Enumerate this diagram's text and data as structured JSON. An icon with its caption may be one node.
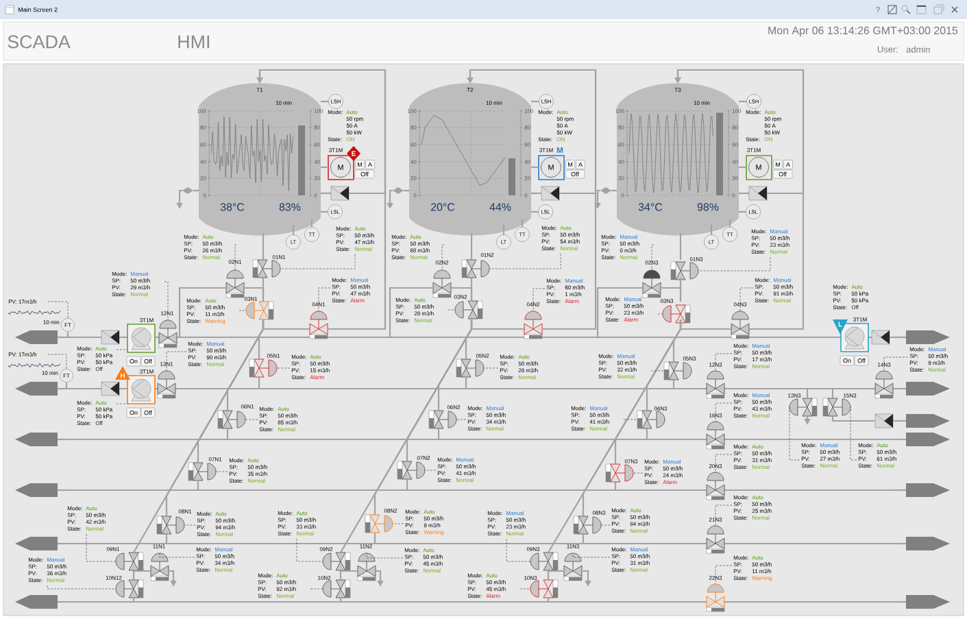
{
  "diagram": {
    "nodes": [
      {
        "text": [
          "T1",
          "10 min",
          "38°C",
          "83%"
        ]
      },
      {
        "text": [
          "T2",
          "10 min",
          "20°C",
          "44%"
        ]
      },
      {
        "text": [
          "T3",
          "10 min",
          "34°C",
          "98%"
        ]
      },
      {
        "text": [
          "LSH"
        ]
      },
      {
        "text": [
          "LSL"
        ]
      },
      {
        "text": [
          "LT"
        ]
      },
      {
        "text": [
          "TT"
        ]
      },
      {
        "text": [
          "LSH"
        ]
      },
      {
        "text": [
          "LSL"
        ]
      },
      {
        "text": [
          "LT"
        ]
      },
      {
        "text": [
          "TT"
        ]
      },
      {
        "text": [
          "LSH"
        ]
      },
      {
        "text": [
          "LSL"
        ]
      },
      {
        "text": [
          "LT"
        ]
      },
      {
        "text": [
          "TT"
        ]
      },
      {
        "text": [
          "3T1M",
          "M"
        ],
        "beside": [
          "Mode:",
          "Auto",
          "50 rpm",
          "50 A",
          "50 kW",
          "State:",
          "ON",
          "M",
          "A",
          "Off",
          "E"
        ]
      },
      {
        "text": [
          "3T1M",
          "M"
        ],
        "beside": [
          "Mode:",
          "Auto",
          "50 rpm",
          "50 A",
          "50 kW",
          "State:",
          "ON",
          "M",
          "A",
          "Off",
          "M"
        ]
      },
      {
        "text": [
          "3T1M",
          "M"
        ],
        "beside": [
          "Mode:",
          "Auto",
          "50 rpm",
          "50 A",
          "50 kW",
          "State:",
          "ON",
          "M",
          "A",
          "Off"
        ]
      },
      {
        "text": [
          "FT"
        ],
        "beside": [
          "10 min"
        ]
      },
      {
        "text": [
          "FT"
        ],
        "beside": [
          "10 min"
        ]
      },
      {
        "text": [
          "3T1M"
        ],
        "beside": [
          "On",
          "Off"
        ]
      },
      {
        "text": [
          "3T1M"
        ],
        "beside": [
          "On",
          "Off",
          "H"
        ]
      },
      {
        "text": [
          "3T1M"
        ],
        "beside": [
          "Mode:",
          "Auto",
          "SP:",
          "50 kPa",
          "PV:",
          "50 kPa",
          "State:",
          "Off",
          "On",
          "Off",
          "L"
        ]
      },
      {
        "text": [
          "01N1"
        ]
      },
      {
        "text": [
          "02N1"
        ]
      },
      {
        "text": [
          "03N1"
        ]
      },
      {
        "text": [
          "04N1"
        ]
      },
      {
        "text": [
          "05N1"
        ]
      },
      {
        "text": [
          "06N1"
        ]
      },
      {
        "text": [
          "07N1"
        ]
      },
      {
        "text": [
          "08N1"
        ]
      },
      {
        "text": [
          "09N1"
        ]
      },
      {
        "text": [
          "10N12"
        ]
      },
      {
        "text": [
          "11N1"
        ]
      },
      {
        "text": [
          "12N1"
        ]
      },
      {
        "text": [
          "13N1"
        ]
      },
      {
        "text": [
          "01N2"
        ]
      },
      {
        "text": [
          "02N2"
        ]
      },
      {
        "text": [
          "03N2"
        ]
      },
      {
        "text": [
          "04N2"
        ]
      },
      {
        "text": [
          "05N2"
        ]
      },
      {
        "text": [
          "06N2"
        ]
      },
      {
        "text": [
          "07N2"
        ]
      },
      {
        "text": [
          "08N2"
        ]
      },
      {
        "text": [
          "09N2"
        ]
      },
      {
        "text": [
          "10N2"
        ]
      },
      {
        "text": [
          "11N2"
        ]
      },
      {
        "text": [
          "01N3"
        ]
      },
      {
        "text": [
          "02N3"
        ]
      },
      {
        "text": [
          "03N3"
        ]
      },
      {
        "text": [
          "04N3"
        ]
      },
      {
        "text": [
          "05N3"
        ]
      },
      {
        "text": [
          "06N3"
        ]
      },
      {
        "text": [
          "07N3"
        ]
      },
      {
        "text": [
          "08N3"
        ]
      },
      {
        "text": [
          "09N3"
        ]
      },
      {
        "text": [
          "10N3"
        ]
      },
      {
        "text": [
          "11N3"
        ]
      },
      {
        "text": [
          "12N3"
        ]
      },
      {
        "text": [
          "13N3"
        ]
      },
      {
        "text": [
          "14N3"
        ]
      },
      {
        "text": [
          "15N3"
        ]
      },
      {
        "text": [
          "16N3"
        ]
      },
      {
        "text": [
          "20N3"
        ]
      },
      {
        "text": [
          "21N3"
        ]
      },
      {
        "text": [
          "22N3"
        ]
      },
      {
        "text": [],
        "shape": "arrow"
      },
      {
        "text": [],
        "shape": "arrow"
      },
      {
        "text": [],
        "shape": "arrow"
      },
      {
        "text": [],
        "shape": "arrow"
      },
      {
        "text": [],
        "shape": "arrow"
      },
      {
        "text": [],
        "shape": "arrow"
      },
      {
        "text": [],
        "shape": "arrow"
      },
      {
        "text": [],
        "shape": "arrow"
      },
      {
        "text": [],
        "shape": "arrow"
      },
      {
        "text": [],
        "shape": "arrow"
      },
      {
        "text": [],
        "shape": "arrow"
      },
      {
        "text": [],
        "shape": "arrow"
      },
      {
        "text": [],
        "shape": "arrow"
      },
      {
        "text": [],
        "shape": "valve"
      },
      {
        "text": [],
        "shape": "valve"
      },
      {
        "text": [],
        "shape": "valve"
      },
      {
        "text": [],
        "shape": "valve"
      },
      {
        "text": [],
        "shape": "valve"
      },
      {
        "text": [],
        "shape": "valve"
      },
      {
        "text": [],
        "shape": "valve"
      },
      {
        "text": [],
        "shape": "diamond"
      },
      {
        "text": [],
        "shape": "diamond"
      },
      {
        "text": [],
        "shape": "diamond"
      },
      {
        "text": [],
        "shape": "bar"
      },
      {
        "text": [],
        "shape": "bar"
      },
      {
        "text": [],
        "shape": "bar"
      },
      {
        "text": [],
        "shape": "bar"
      },
      {
        "text": [],
        "shape": "bar"
      },
      {
        "text": [],
        "shape": "bar"
      },
      {
        "text": [
          "Mode:",
          "Auto",
          "SP:",
          "50 m3/h",
          "PV:",
          "47 m3/h",
          "State:",
          "Normal"
        ]
      },
      {
        "text": [
          "Mode:",
          "Auto",
          "SP:",
          "50 m3/h",
          "PV:",
          "26 m3/h",
          "State:",
          "Normal"
        ]
      },
      {
        "text": [
          "Mode:",
          "Auto",
          "SP:",
          "50 m3/h",
          "PV:",
          "11 m3/h",
          "State:",
          "Warning"
        ]
      },
      {
        "text": [
          "Mode:",
          "Manual",
          "SP:",
          "50 m3/h",
          "PV:",
          "47 m3/h",
          "State:",
          "Alarm"
        ]
      },
      {
        "text": [
          "Mode:",
          "Auto",
          "SP:",
          "50 m3/h",
          "PV:",
          "15 m3/h",
          "State:",
          "Alarm"
        ]
      },
      {
        "text": [
          "Mode:",
          "Auto",
          "SP:",
          "50 m3/h",
          "PV:",
          "85 m3/h",
          "State:",
          "Normal"
        ]
      },
      {
        "text": [
          "Mode:",
          "Auto",
          "SP:",
          "50 m3/h",
          "PV:",
          "35 m3/h",
          "State:",
          "Normal"
        ]
      },
      {
        "text": [
          "Mode:",
          "Auto",
          "SP:",
          "50 m3/h",
          "PV:",
          "94 m3/h",
          "State:",
          "Normal"
        ]
      },
      {
        "text": [
          "Mode:",
          "Auto",
          "SP:",
          "50 m3/h",
          "PV:",
          "42 m3/h",
          "State:",
          "Normal"
        ]
      },
      {
        "text": [
          "Mode:",
          "Manual",
          "SP:",
          "50 m3/h",
          "PV:",
          "36 m3/h",
          "State:",
          "Normal"
        ]
      },
      {
        "text": [
          "Mode:",
          "Manual",
          "SP:",
          "50 m3/h",
          "PV:",
          "34 m3/h",
          "State:",
          "Normal"
        ]
      },
      {
        "text": [
          "Mode:",
          "Manual",
          "SP:",
          "50 m3/h",
          "PV:",
          "29 m3/h",
          "State:",
          "Normal"
        ]
      },
      {
        "text": [
          "Mode:",
          "Manual",
          "SP:",
          "50 m3/h",
          "PV:",
          "90 m3/h",
          "State:",
          "Normal"
        ]
      },
      {
        "text": [
          "Mode:",
          "Auto",
          "SP:",
          "50 m3/h",
          "PV:",
          "54 m3/h",
          "State:",
          "Normal"
        ]
      },
      {
        "text": [
          "Mode:",
          "Auto",
          "SP:",
          "50 m3/h",
          "PV:",
          "88 m3/h",
          "State:",
          "Normal"
        ]
      },
      {
        "text": [
          "Mode:",
          "Auto",
          "SP:",
          "50 m3/h",
          "PV:",
          "28 m3/h",
          "State:",
          "Normal"
        ]
      },
      {
        "text": [
          "Mode:",
          "Manual",
          "SP:",
          "60 m3/h",
          "PV:",
          "1 m3/h",
          "State:",
          "Alarm"
        ]
      },
      {
        "text": [
          "Mode:",
          "Auto",
          "SP:",
          "50 m3/h",
          "PV:",
          "28 m3/h",
          "State:",
          "Normal"
        ]
      },
      {
        "text": [
          "Mode:",
          "Manual",
          "SP:",
          "50 m3/h",
          "PV:",
          "34 m3/h",
          "State:",
          "Normal"
        ]
      },
      {
        "text": [
          "Mode:",
          "Manual",
          "SP:",
          "50 m3/h",
          "PV:",
          "41 m3/h",
          "State:",
          "Normal"
        ]
      },
      {
        "text": [
          "Mode:",
          "Auto",
          "SP:",
          "50 m3/h",
          "PV:",
          "9 m3/h",
          "State:",
          "Warning"
        ]
      },
      {
        "text": [
          "Mode:",
          "Auto",
          "SP:",
          "50 m3/h",
          "PV:",
          "33 m3/h",
          "State:",
          "Normal"
        ]
      },
      {
        "text": [
          "Mode:",
          "Auto",
          "SP:",
          "50 m3/h",
          "PV:",
          "92 m3/h",
          "State:",
          "Normal"
        ]
      },
      {
        "text": [
          "Mode:",
          "Auto",
          "SP:",
          "50 m3/h",
          "PV:",
          "45 m3/h",
          "State:",
          "Normal"
        ]
      },
      {
        "text": [
          "Mode:",
          "Manual",
          "SP:",
          "50 m3/h",
          "PV:",
          "23 m3/h",
          "State:",
          "Normal"
        ]
      },
      {
        "text": [
          "Mode:",
          "Manual",
          "SP:",
          "50 m3/h",
          "PV:",
          "0 m3/h",
          "State:",
          "Normal"
        ]
      },
      {
        "text": [
          "Mode:",
          "Manual",
          "SP:",
          "50 m3/h",
          "PV:",
          "23 m3/h",
          "State:",
          "Alarm"
        ]
      },
      {
        "text": [
          "Mode:",
          "Manual",
          "SP:",
          "50 m3/h",
          "PV:",
          "91 m3/h",
          "State:",
          "Normal"
        ]
      },
      {
        "text": [
          "Mode:",
          "Manual",
          "SP:",
          "50 m3/h",
          "PV:",
          "32 m3/h",
          "State:",
          "Normal"
        ]
      },
      {
        "text": [
          "Mode:",
          "Manual",
          "SP:",
          "50 m3/h",
          "PV:",
          "41 m3/h",
          "State:",
          "Normal"
        ]
      },
      {
        "text": [
          "Mode:",
          "Manual",
          "SP:",
          "50 m3/h",
          "PV:",
          "24 m3/h",
          "State:",
          "Alarm"
        ]
      },
      {
        "text": [
          "Mode:",
          "Auto",
          "SP:",
          "50 m3/h",
          "PV:",
          "84 m3/h",
          "State:",
          "Normal"
        ]
      },
      {
        "text": [
          "Mode:",
          "Manual",
          "SP:",
          "50 m3/h",
          "PV:",
          "23 m3/h",
          "State:",
          "Normal"
        ]
      },
      {
        "text": [
          "Mode:",
          "Auto",
          "SP:",
          "50 m3/h",
          "PV:",
          "45 m3/h",
          "State:",
          "Alarm"
        ]
      },
      {
        "text": [
          "Mode:",
          "Manual",
          "SP:",
          "50 m3/h",
          "PV:",
          "31 m3/h",
          "State:",
          "Normal"
        ]
      },
      {
        "text": [
          "Mode:",
          "Manual",
          "SP:",
          "50 m3/h",
          "PV:",
          "17 m3/h",
          "State:",
          "Normal"
        ]
      },
      {
        "text": [
          "Mode:",
          "Manual",
          "SP:",
          "50 m3/h",
          "PV:",
          "27 m3/h",
          "State:",
          "Normal"
        ]
      },
      {
        "text": [
          "Mode:",
          "Manual",
          "SP:",
          "50 m3/h",
          "PV:",
          "9 m3/h",
          "State:",
          "Normal"
        ]
      },
      {
        "text": [
          "Mode:",
          "Auto",
          "SP:",
          "50 m3/h",
          "PV:",
          "61 m3/h",
          "State:",
          "Normal"
        ]
      },
      {
        "text": [
          "Mode:",
          "Manual",
          "SP:",
          "50 m3/h",
          "PV:",
          "43 m3/h",
          "State:",
          "Normal"
        ]
      },
      {
        "text": [
          "Mode:",
          "Auto",
          "SP:",
          "50 m3/h",
          "PV:",
          "31 m3/h",
          "State:",
          "Normal"
        ]
      },
      {
        "text": [
          "Mode:",
          "Auto",
          "SP:",
          "50 m3/h",
          "PV:",
          "25 m3/h",
          "State:",
          "Normal"
        ]
      },
      {
        "text": [
          "Mode:",
          "Auto",
          "SP:",
          "50 m3/h",
          "PV:",
          "11 m3/h",
          "State:",
          "Warning"
        ]
      },
      {
        "text": [
          "Mode:",
          "Auto",
          "SP:",
          "50 kPa",
          "PV:",
          "50 kPa",
          "State:",
          "Off"
        ]
      },
      {
        "text": [
          "Mode:",
          "Auto",
          "SP:",
          "50 kPa",
          "PV:",
          "50 kPa",
          "State:",
          "Off"
        ]
      },
      {
        "text": [
          "PV: 17m3/h"
        ]
      },
      {
        "text": [
          "PV: 17m3/h"
        ]
      }
    ],
    "edges": [
      {
        "from": 0,
        "to": 23,
        "arrow": "none"
      },
      {
        "from": 23,
        "to": 25,
        "arrow": "none"
      },
      {
        "from": 24,
        "to": 25,
        "arrow": "none"
      },
      {
        "from": 24,
        "to": 89,
        "arrow": "none"
      },
      {
        "from": 25,
        "to": 26,
        "arrow": "none"
      },
      {
        "from": 26,
        "to": 0,
        "arrow": "to"
      },
      {
        "from": 79,
        "to": 0,
        "arrow": "to"
      },
      {
        "from": 0,
        "to": 79,
        "arrow": "none"
      },
      {
        "from": 0,
        "to": 86,
        "arrow": "none"
      },
      {
        "from": 86,
        "to": null,
        "arrow": "to"
      },
      {
        "from": 3,
        "to": 0,
        "arrow": "none"
      },
      {
        "from": 4,
        "to": 0,
        "arrow": "none"
      },
      {
        "from": 5,
        "to": 0,
        "arrow": "none"
      },
      {
        "from": 6,
        "to": 0,
        "arrow": "none"
      },
      {
        "from": 15,
        "to": 0,
        "arrow": "none"
      },
      {
        "from": 25,
        "to": 27,
        "arrow": "none"
      },
      {
        "from": 27,
        "to": 90,
        "arrow": "none"
      },
      {
        "from": 25,
        "to": 28,
        "arrow": "none"
      },
      {
        "from": 28,
        "to": 91,
        "arrow": "none"
      },
      {
        "from": 25,
        "to": 29,
        "arrow": "none"
      },
      {
        "from": 29,
        "to": 92,
        "arrow": "none"
      },
      {
        "from": 25,
        "to": 30,
        "arrow": "none"
      },
      {
        "from": 30,
        "to": 93,
        "arrow": "none"
      },
      {
        "from": 25,
        "to": 31,
        "arrow": "none"
      },
      {
        "from": 31,
        "to": 32,
        "arrow": "none"
      },
      {
        "from": 32,
        "to": 94,
        "arrow": "none"
      },
      {
        "from": 31,
        "to": 33,
        "arrow": "none"
      },
      {
        "from": 33,
        "to": null,
        "arrow": "to"
      },
      {
        "from": 1,
        "to": 36,
        "arrow": "none"
      },
      {
        "from": 36,
        "to": 38,
        "arrow": "none"
      },
      {
        "from": 37,
        "to": 38,
        "arrow": "none"
      },
      {
        "from": 37,
        "to": 89,
        "arrow": "none"
      },
      {
        "from": 38,
        "to": 39,
        "arrow": "none"
      },
      {
        "from": 39,
        "to": 1,
        "arrow": "to"
      },
      {
        "from": 80,
        "to": 1,
        "arrow": "to"
      },
      {
        "from": 1,
        "to": 80,
        "arrow": "none"
      },
      {
        "from": 1,
        "to": 87,
        "arrow": "none"
      },
      {
        "from": 87,
        "to": null,
        "arrow": "to"
      },
      {
        "from": 7,
        "to": 1,
        "arrow": "none"
      },
      {
        "from": 8,
        "to": 1,
        "arrow": "none"
      },
      {
        "from": 9,
        "to": 1,
        "arrow": "none"
      },
      {
        "from": 10,
        "to": 1,
        "arrow": "none"
      },
      {
        "from": 16,
        "to": 1,
        "arrow": "none"
      },
      {
        "from": 38,
        "to": 40,
        "arrow": "none"
      },
      {
        "from": 40,
        "to": 90,
        "arrow": "none"
      },
      {
        "from": 38,
        "to": 41,
        "arrow": "none"
      },
      {
        "from": 41,
        "to": 91,
        "arrow": "none"
      },
      {
        "from": 38,
        "to": 42,
        "arrow": "none"
      },
      {
        "from": 42,
        "to": 92,
        "arrow": "none"
      },
      {
        "from": 38,
        "to": 43,
        "arrow": "none"
      },
      {
        "from": 43,
        "to": 93,
        "arrow": "none"
      },
      {
        "from": 38,
        "to": 44,
        "arrow": "none"
      },
      {
        "from": 44,
        "to": 45,
        "arrow": "none"
      },
      {
        "from": 45,
        "to": 94,
        "arrow": "none"
      },
      {
        "from": 44,
        "to": 46,
        "arrow": "none"
      },
      {
        "from": 46,
        "to": null,
        "arrow": "to"
      },
      {
        "from": 2,
        "to": 47,
        "arrow": "none"
      },
      {
        "from": 47,
        "to": 49,
        "arrow": "none"
      },
      {
        "from": 48,
        "to": 49,
        "arrow": "none"
      },
      {
        "from": 48,
        "to": 89,
        "arrow": "none"
      },
      {
        "from": 49,
        "to": 50,
        "arrow": "none"
      },
      {
        "from": 50,
        "to": 2,
        "arrow": "to"
      },
      {
        "from": 81,
        "to": 2,
        "arrow": "to"
      },
      {
        "from": 2,
        "to": 81,
        "arrow": "none"
      },
      {
        "from": 2,
        "to": 88,
        "arrow": "none"
      },
      {
        "from": 88,
        "to": null,
        "arrow": "to"
      },
      {
        "from": 11,
        "to": 2,
        "arrow": "none"
      },
      {
        "from": 12,
        "to": 2,
        "arrow": "none"
      },
      {
        "from": 13,
        "to": 2,
        "arrow": "none"
      },
      {
        "from": 14,
        "to": 2,
        "arrow": "none"
      },
      {
        "from": 17,
        "to": 2,
        "arrow": "none"
      },
      {
        "from": 49,
        "to": 51,
        "arrow": "none"
      },
      {
        "from": 51,
        "to": 90,
        "arrow": "none"
      },
      {
        "from": 49,
        "to": 52,
        "arrow": "none"
      },
      {
        "from": 52,
        "to": 91,
        "arrow": "none"
      },
      {
        "from": 49,
        "to": 53,
        "arrow": "none"
      },
      {
        "from": 53,
        "to": 92,
        "arrow": "none"
      },
      {
        "from": 49,
        "to": 54,
        "arrow": "none"
      },
      {
        "from": 54,
        "to": 93,
        "arrow": "none"
      },
      {
        "from": 49,
        "to": 55,
        "arrow": "none"
      },
      {
        "from": 55,
        "to": 56,
        "arrow": "none"
      },
      {
        "from": 56,
        "to": 94,
        "arrow": "none"
      },
      {
        "from": 55,
        "to": 57,
        "arrow": "none"
      },
      {
        "from": 57,
        "to": null,
        "arrow": "to"
      },
      {
        "from": 18,
        "to": 89,
        "arrow": "none"
      },
      {
        "from": 19,
        "to": 90,
        "arrow": "none"
      },
      {
        "from": 90,
        "to": 59,
        "arrow": "none"
      },
      {
        "from": 90,
        "to": 61,
        "arrow": "none"
      },
      {
        "from": 59,
        "to": null,
        "arrow": "to"
      },
      {
        "from": 61,
        "to": 85,
        "arrow": "none"
      },
      {
        "from": 85,
        "to": 74,
        "arrow": "none"
      },
      {
        "from": 95,
        "to": 23,
        "arrow": "none",
        "style": "dashed",
        "color": "#333333"
      },
      {
        "from": 96,
        "to": 24,
        "arrow": "none",
        "style": "dashed",
        "color": "#333333"
      },
      {
        "from": 97,
        "to": 25,
        "arrow": "none",
        "style": "dashed",
        "color": "#333333"
      },
      {
        "from": 98,
        "to": 26,
        "arrow": "none",
        "style": "dashed",
        "color": "#333333"
      },
      {
        "from": 99,
        "to": 27,
        "arrow": "none",
        "style": "dashed",
        "color": "#333333"
      },
      {
        "from": 100,
        "to": 28,
        "arrow": "none",
        "style": "dashed",
        "color": "#333333"
      },
      {
        "from": 101,
        "to": 29,
        "arrow": "none",
        "style": "dashed",
        "color": "#333333"
      },
      {
        "from": 102,
        "to": 30,
        "arrow": "none",
        "style": "dashed",
        "color": "#333333"
      },
      {
        "from": 103,
        "to": 31,
        "arrow": "none",
        "style": "dashed",
        "color": "#333333"
      },
      {
        "from": 104,
        "to": 32,
        "arrow": "none",
        "style": "dashed",
        "color": "#333333"
      },
      {
        "from": 105,
        "to": 33,
        "arrow": "none",
        "style": "dashed",
        "color": "#333333"
      },
      {
        "from": 106,
        "to": 34,
        "arrow": "none",
        "style": "dashed",
        "color": "#333333"
      },
      {
        "from": 107,
        "to": 35,
        "arrow": "none",
        "style": "dashed",
        "color": "#333333"
      },
      {
        "from": 108,
        "to": 36,
        "arrow": "none",
        "style": "dashed",
        "color": "#333333"
      },
      {
        "from": 109,
        "to": 37,
        "arrow": "none",
        "style": "dashed",
        "color": "#333333"
      },
      {
        "from": 110,
        "to": 38,
        "arrow": "none",
        "style": "dashed",
        "color": "#333333"
      },
      {
        "from": 111,
        "to": 39,
        "arrow": "none",
        "style": "dashed",
        "color": "#333333"
      },
      {
        "from": 112,
        "to": 40,
        "arrow": "none",
        "style": "dashed",
        "color": "#333333"
      },
      {
        "from": 113,
        "to": 41,
        "arrow": "none",
        "style": "dashed",
        "color": "#333333"
      },
      {
        "from": 114,
        "to": 42,
        "arrow": "none",
        "style": "dashed",
        "color": "#333333"
      },
      {
        "from": 115,
        "to": 43,
        "arrow": "none",
        "style": "dashed",
        "color": "#333333"
      },
      {
        "from": 116,
        "to": 44,
        "arrow": "none",
        "style": "dashed",
        "color": "#333333"
      },
      {
        "from": 117,
        "to": 45,
        "arrow": "none",
        "style": "dashed",
        "color": "#333333"
      },
      {
        "from": 118,
        "to": 46,
        "arrow": "none",
        "style": "dashed",
        "color": "#333333"
      },
      {
        "from": 119,
        "to": 47,
        "arrow": "none",
        "style": "dashed",
        "color": "#333333"
      },
      {
        "from": 120,
        "to": 48,
        "arrow": "none",
        "style": "dashed",
        "color": "#333333"
      },
      {
        "from": 121,
        "to": 49,
        "arrow": "none",
        "style": "dashed",
        "color": "#333333"
      },
      {
        "from": 122,
        "to": 50,
        "arrow": "none",
        "style": "dashed",
        "color": "#333333"
      },
      {
        "from": 123,
        "to": 51,
        "arrow": "none",
        "style": "dashed",
        "color": "#333333"
      },
      {
        "from": 124,
        "to": 52,
        "arrow": "none",
        "style": "dashed",
        "color": "#333333"
      },
      {
        "from": 125,
        "to": 53,
        "arrow": "none",
        "style": "dashed",
        "color": "#333333"
      },
      {
        "from": 126,
        "to": 54,
        "arrow": "none",
        "style": "dashed",
        "color": "#333333"
      },
      {
        "from": 127,
        "to": 55,
        "arrow": "none",
        "style": "dashed",
        "color": "#333333"
      },
      {
        "from": 128,
        "to": 56,
        "arrow": "none",
        "style": "dashed",
        "color": "#333333"
      },
      {
        "from": 129,
        "to": 57,
        "arrow": "none",
        "style": "dashed",
        "color": "#333333"
      },
      {
        "from": 130,
        "to": 58,
        "arrow": "none",
        "style": "dashed",
        "color": "#333333"
      },
      {
        "from": 131,
        "to": 59,
        "arrow": "none",
        "style": "dashed",
        "color": "#333333"
      },
      {
        "from": 132,
        "to": 60,
        "arrow": "none",
        "style": "dashed",
        "color": "#333333"
      },
      {
        "from": 133,
        "to": 61,
        "arrow": "none",
        "style": "dashed",
        "color": "#333333"
      },
      {
        "from": 134,
        "to": 62,
        "arrow": "none",
        "style": "dashed",
        "color": "#333333"
      },
      {
        "from": 135,
        "to": 63,
        "arrow": "none",
        "style": "dashed",
        "color": "#333333"
      },
      {
        "from": 136,
        "to": 64,
        "arrow": "none",
        "style": "dashed",
        "color": "#333333"
      },
      {
        "from": 137,
        "to": 65,
        "arrow": "none",
        "style": "dashed",
        "color": "#333333"
      },
      {
        "from": 138,
        "to": 20,
        "arrow": "none",
        "style": "dashed",
        "color": "#333333"
      },
      {
        "from": 139,
        "to": 21,
        "arrow": "none",
        "style": "dashed",
        "color": "#333333"
      },
      {
        "from": 140,
        "to": 18,
        "arrow": "none",
        "style": "dashed",
        "color": "#333333"
      },
      {
        "from": 141,
        "to": 19,
        "arrow": "none",
        "style": "dashed",
        "color": "#333333"
      },
      {
        "from": 89,
        "to": 66,
        "arrow": "none"
      },
      {
        "from": 90,
        "to": 67,
        "arrow": "none"
      },
      {
        "from": 91,
        "to": 68,
        "arrow": "none"
      },
      {
        "from": 92,
        "to": 69,
        "arrow": "none"
      },
      {
        "from": 93,
        "to": 70,
        "arrow": "none"
      },
      {
        "from": 94,
        "to": 71,
        "arrow": "none"
      },
      {
        "from": 89,
        "to": 72,
        "arrow": "none"
      },
      {
        "from": 90,
        "to": 73,
        "arrow": "none"
      },
      {
        "from": 91,
        "to": 75,
        "arrow": "none"
      },
      {
        "from": 92,
        "to": 76,
        "arrow": "none"
      },
      {
        "from": 93,
        "to": 77,
        "arrow": "none"
      },
      {
        "from": 94,
        "to": 78,
        "arrow": "none"
      }
    ],
    "labels": [
      "Main Screen 2",
      "?",
      "SCADA",
      "HMI",
      "Mon Apr 06 13:14:26 GMT+03:00 2015",
      "User:",
      "admin",
      "100",
      "80",
      "60",
      "40",
      "20",
      "0",
      "100",
      "80",
      "60",
      "40",
      "20",
      "0",
      "100",
      "80",
      "60",
      "40",
      "20",
      "0",
      "100",
      "80",
      "60",
      "40",
      "20",
      "0",
      "100",
      "80",
      "60",
      "40",
      "20",
      "0",
      "100",
      "80",
      "60",
      "40",
      "20",
      "0"
    ]
  }
}
